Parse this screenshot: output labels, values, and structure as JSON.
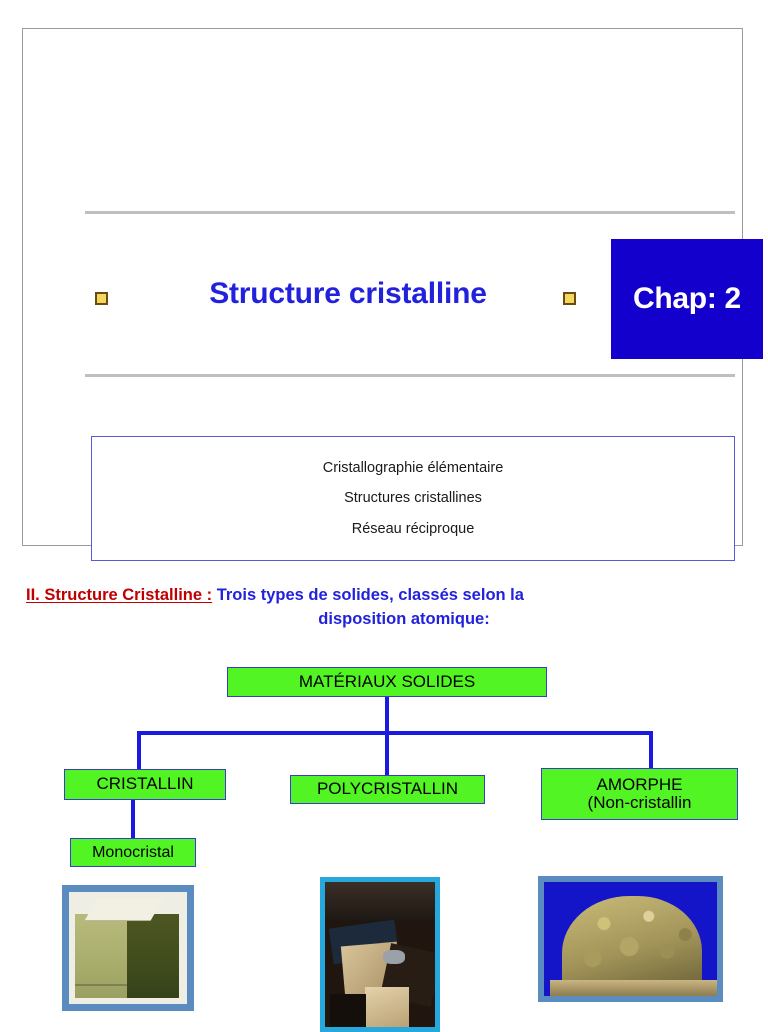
{
  "slide": {
    "title": "Structure cristalline",
    "chapter_badge": "Chap: 2",
    "bullet_icon": "yellow-square-bullet",
    "subject_lines": [
      "Cristallographie élémentaire",
      "Structures cristallines",
      "Réseau réciproque"
    ],
    "colors": {
      "title_blue": "#2222dd",
      "badge_blue": "#1400cc",
      "rule_gray": "#bfbfbf",
      "box_border_blue": "#5a5ad8",
      "bullet_yellow": "#f6d65c"
    }
  },
  "heading": {
    "lead": "II. Structure Cristalline :",
    "body_line1": " Trois types de solides, classés selon la",
    "body_line2": "disposition atomique:",
    "lead_color": "#c00000",
    "body_color": "#2222dd"
  },
  "diagram": {
    "root": "MATÉRIAUX SOLIDES",
    "branches": [
      {
        "label": "CRISTALLIN",
        "child": "Monocristal"
      },
      {
        "label": "POLYCRISTALLIN"
      },
      {
        "label_line1": "AMORPHE",
        "label_line2": "(Non-cristallin"
      }
    ],
    "colors": {
      "node_fill": "#52f423",
      "node_border": "#3a3ad0",
      "connector": "#1a1ae0"
    },
    "photos": [
      {
        "name": "monocrystal-photo",
        "frame_color": "#5a8cc0"
      },
      {
        "name": "polycrystal-photo",
        "frame_color": "#27a8dd"
      },
      {
        "name": "amorphous-photo",
        "frame_color": "#5a8cc0"
      }
    ]
  }
}
